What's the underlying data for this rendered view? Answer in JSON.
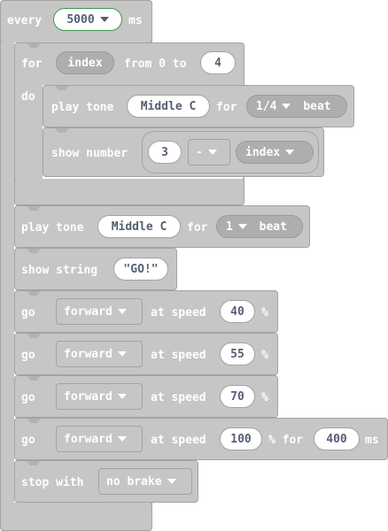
{
  "every": {
    "label": "every",
    "interval": "5000",
    "unit": "ms"
  },
  "for_loop": {
    "for_label": "for",
    "variable": "index",
    "from_label": "from 0 to",
    "to_value": "4",
    "do_label": "do"
  },
  "play_tone_1": {
    "label": "play tone",
    "note": "Middle C",
    "for_label": "for",
    "duration": "1/4",
    "beat_label": "beat"
  },
  "show_number": {
    "label": "show number",
    "left": "3",
    "operator": "-",
    "right": "index"
  },
  "play_tone_2": {
    "label": "play tone",
    "note": "Middle C",
    "for_label": "for",
    "duration": "1",
    "beat_label": "beat"
  },
  "show_string": {
    "label": "show string",
    "value": "\"GO!\""
  },
  "go_1": {
    "label": "go",
    "direction": "forward",
    "at_speed": "at speed",
    "speed": "40",
    "pct": "%"
  },
  "go_2": {
    "label": "go",
    "direction": "forward",
    "at_speed": "at speed",
    "speed": "55",
    "pct": "%"
  },
  "go_3": {
    "label": "go",
    "direction": "forward",
    "at_speed": "at speed",
    "speed": "70",
    "pct": "%"
  },
  "go_4": {
    "label": "go",
    "direction": "forward",
    "at_speed": "at speed",
    "speed": "100",
    "pct_for": "% for",
    "duration": "400",
    "unit": "ms"
  },
  "stop": {
    "label": "stop with",
    "mode": "no brake"
  }
}
